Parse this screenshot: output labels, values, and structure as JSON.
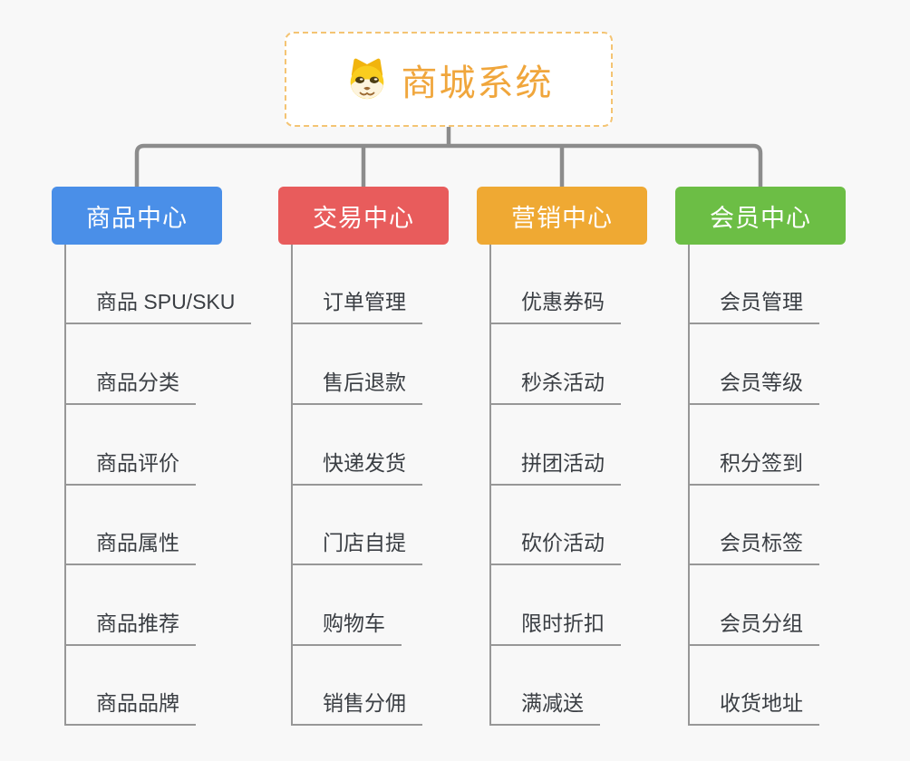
{
  "canvas": {
    "background_color": "#f8f8f8",
    "connector_color": "#8c8c8c"
  },
  "root": {
    "title": "商城系统",
    "icon": "dog-face-icon",
    "accent_color": "#f0a63c",
    "border_color": "#f4c473"
  },
  "branches": [
    {
      "id": "product-center",
      "label": "商品中心",
      "color": "#4a8fe8",
      "children": [
        "商品 SPU/SKU",
        "商品分类",
        "商品评价",
        "商品属性",
        "商品推荐",
        "商品品牌"
      ]
    },
    {
      "id": "trade-center",
      "label": "交易中心",
      "color": "#e85c5c",
      "children": [
        "订单管理",
        "售后退款",
        "快递发货",
        "门店自提",
        "购物车",
        "销售分佣"
      ]
    },
    {
      "id": "marketing-center",
      "label": "营销中心",
      "color": "#efa933",
      "children": [
        "优惠券码",
        "秒杀活动",
        "拼团活动",
        "砍价活动",
        "限时折扣",
        "满减送"
      ]
    },
    {
      "id": "member-center",
      "label": "会员中心",
      "color": "#6cbe45",
      "children": [
        "会员管理",
        "会员等级",
        "积分签到",
        "会员标签",
        "会员分组",
        "收货地址"
      ]
    }
  ]
}
